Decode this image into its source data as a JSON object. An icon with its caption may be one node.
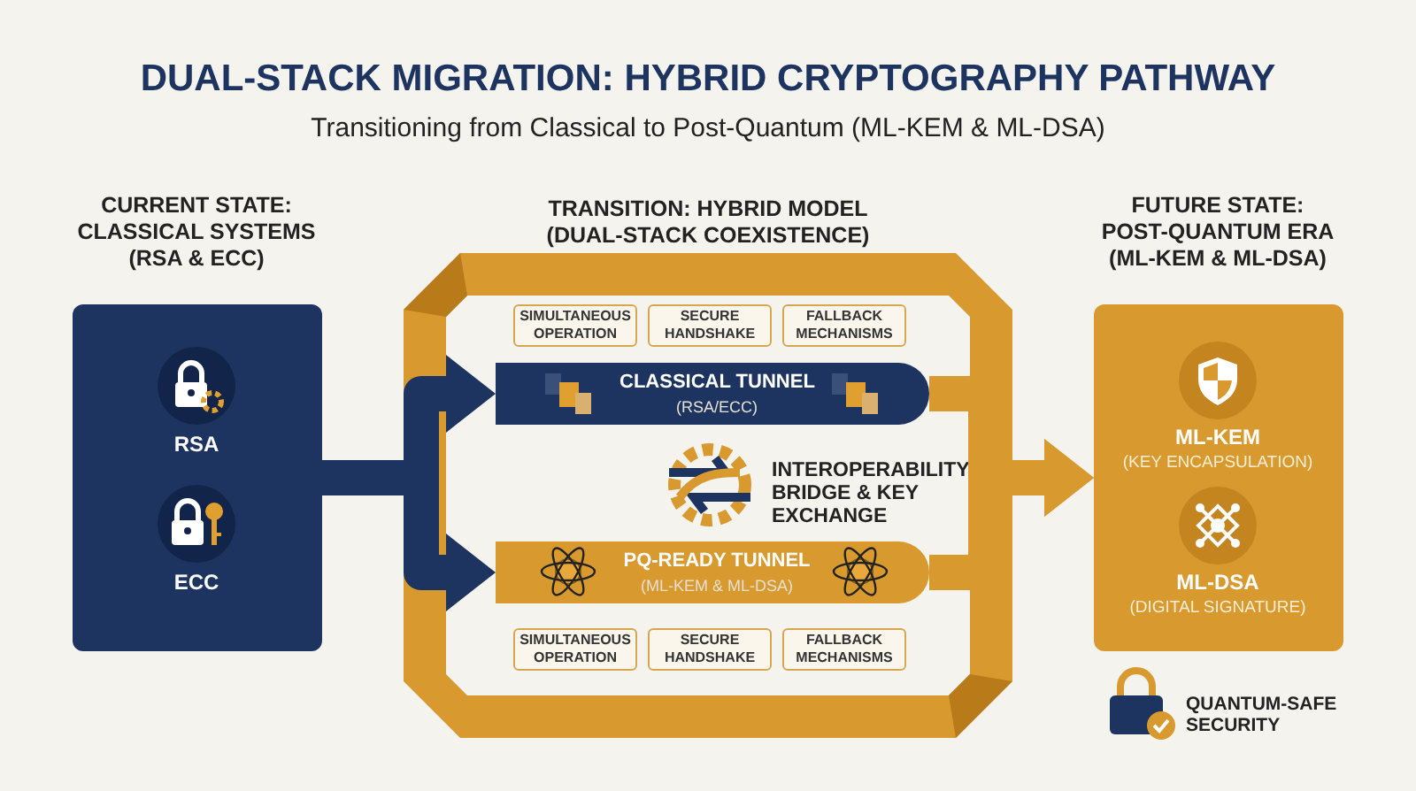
{
  "diagram": {
    "title": "DUAL-STACK MIGRATION: HYBRID CRYPTOGRAPHY PATHWAY",
    "nodes": [
      {
        "text": [
          "CURRENT STATE: CLASSICAL SYSTEMS (RSA & ECC)"
        ]
      },
      {
        "text": [
          "RSA"
        ],
        "in": 0
      },
      {
        "text": [
          "ECC"
        ],
        "in": 0
      },
      {
        "text": [
          "TRANSITION: HYBRID MODEL (DUAL-STACK COEXISTENCE)"
        ]
      },
      {
        "text": [
          "SIMULTANEOUS OPERATION"
        ],
        "in": 3
      },
      {
        "text": [
          "SECURE HANDSHAKE"
        ],
        "in": 3
      },
      {
        "text": [
          "FALLBACK MECHANISMS"
        ],
        "in": 3
      },
      {
        "text": [
          "CLASSICAL TUNNEL",
          "(RSA/ECC)"
        ],
        "in": 3
      },
      {
        "text": [
          "PQ-READY TUNNEL",
          "(ML-KEM & ML-DSA)"
        ],
        "in": 3
      },
      {
        "text": [
          "SIMULTANEOUS OPERATION"
        ],
        "in": 3
      },
      {
        "text": [
          "SECURE HANDSHAKE"
        ],
        "in": 3
      },
      {
        "text": [
          "FALLBACK MECHANISMS"
        ],
        "in": 3
      },
      {
        "text": [
          "FUTURE STATE: POST-QUANTUM ERA (ML-KEM & ML-DSA)"
        ]
      },
      {
        "text": [
          "ML-KEM",
          "(KEY ENCAPSULATION)"
        ],
        "in": 12
      },
      {
        "text": [
          "ML-DSA",
          "(DIGITAL SIGNATURE)"
        ],
        "in": 12
      }
    ],
    "edges": [
      {
        "from": 0,
        "to": 7,
        "arrow": "to"
      },
      {
        "from": 0,
        "to": 8,
        "arrow": "to"
      },
      {
        "from": 7,
        "to": 12,
        "arrow": "to",
        "color": "#d8992f"
      },
      {
        "from": 8,
        "to": 12,
        "arrow": "to",
        "color": "#d8992f"
      }
    ],
    "labels": [
      "Transitioning from Classical to Post-Quantum (ML-KEM & ML-DSA)",
      "INTEROPERABILITY BRIDGE & KEY EXCHANGE",
      "QUANTUM-SAFE SECURITY"
    ]
  }
}
